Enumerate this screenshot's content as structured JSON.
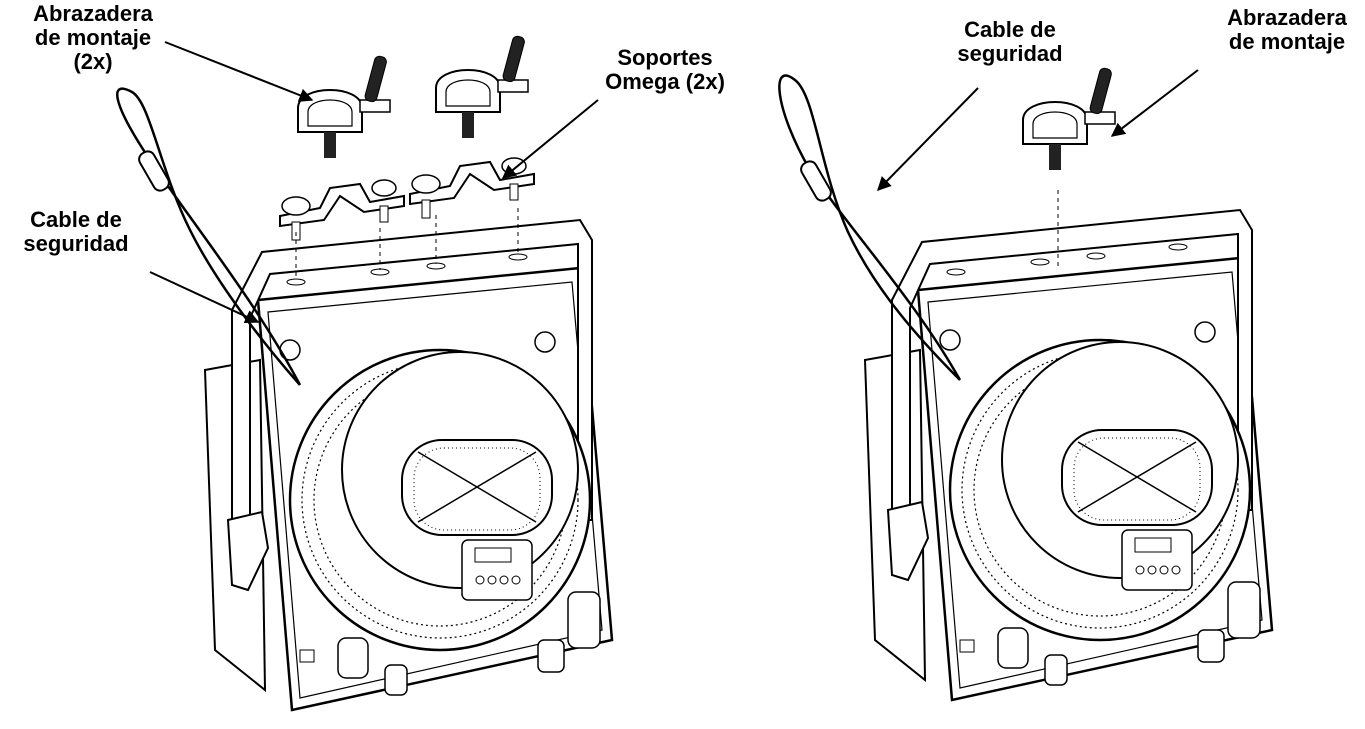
{
  "colors": {
    "ink": "#000000",
    "paper": "#ffffff",
    "shade": "#cfcfcf"
  },
  "left_figure": {
    "clamp_label": [
      "Abrazadera",
      "de montaje",
      "(2x)"
    ],
    "omega_label": [
      "Soportes",
      "Omega (2x)"
    ],
    "cable_label": [
      "Cable de",
      "seguridad"
    ]
  },
  "right_figure": {
    "cable_label": [
      "Cable de",
      "seguridad"
    ],
    "clamp_label": [
      "Abrazadera",
      "de montaje"
    ]
  },
  "icons": [
    "mounting-clamp-icon",
    "omega-bracket-icon",
    "safety-cable-icon",
    "fixture-icon"
  ]
}
